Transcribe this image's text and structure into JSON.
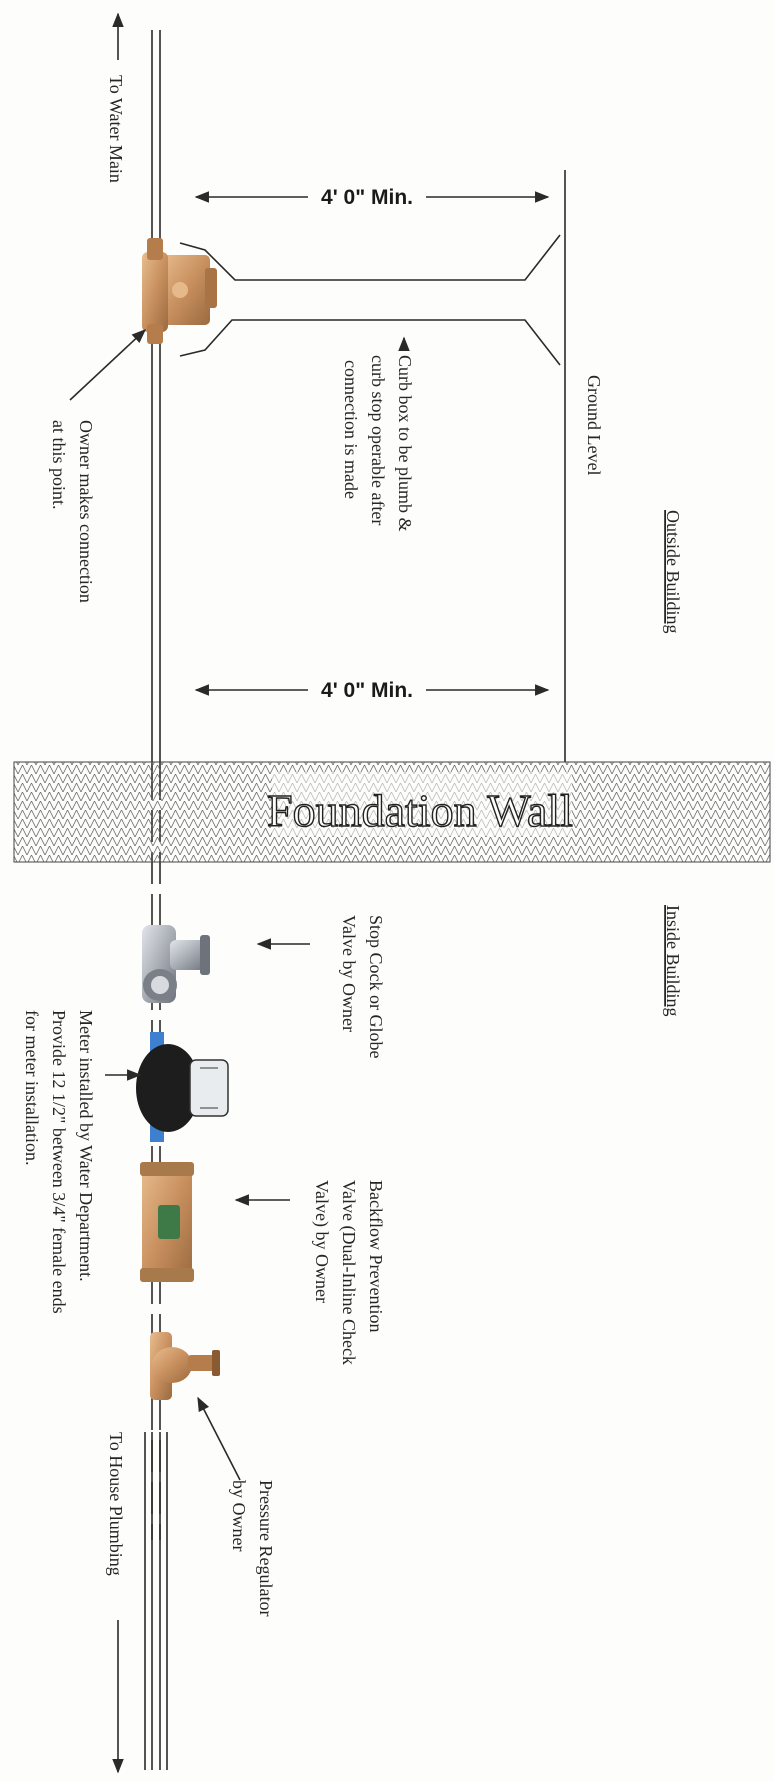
{
  "labels": {
    "to_water_main": "To Water Main",
    "dimension_top": "4' 0\" Min.",
    "dimension_bottom": "4' 0\" Min.",
    "ground_level": "Ground Level",
    "outside_building": "Outside Building",
    "inside_building": "Inside Building",
    "curb_box_note": [
      "Curb box to be plumb &",
      "curb stop operable after",
      "connection is made"
    ],
    "owner_connection": [
      "Owner makes connection",
      "at this point."
    ],
    "foundation_wall": "Foundation Wall",
    "stop_cock": [
      "Stop Cock or Globe",
      "Valve by Owner"
    ],
    "backflow": [
      "Backflow Prevention",
      "Valve (Dual-Inline Check",
      "Valve) by Owner"
    ],
    "meter_note": [
      "Meter installed by Water Department.",
      "Provide 12 1/2\" between 3/4\" female ends",
      "for meter installation."
    ],
    "pressure_regulator": [
      "Pressure Regulator",
      "by Owner"
    ],
    "to_house_plumbing": "To House Plumbing"
  },
  "colors": {
    "brass": "#c9905f",
    "steel": "#a8adb5",
    "meter_body": "#1d1d1d",
    "check_valve_badge": "#3e7a48",
    "wall_hatch": "#6a6a6a"
  }
}
